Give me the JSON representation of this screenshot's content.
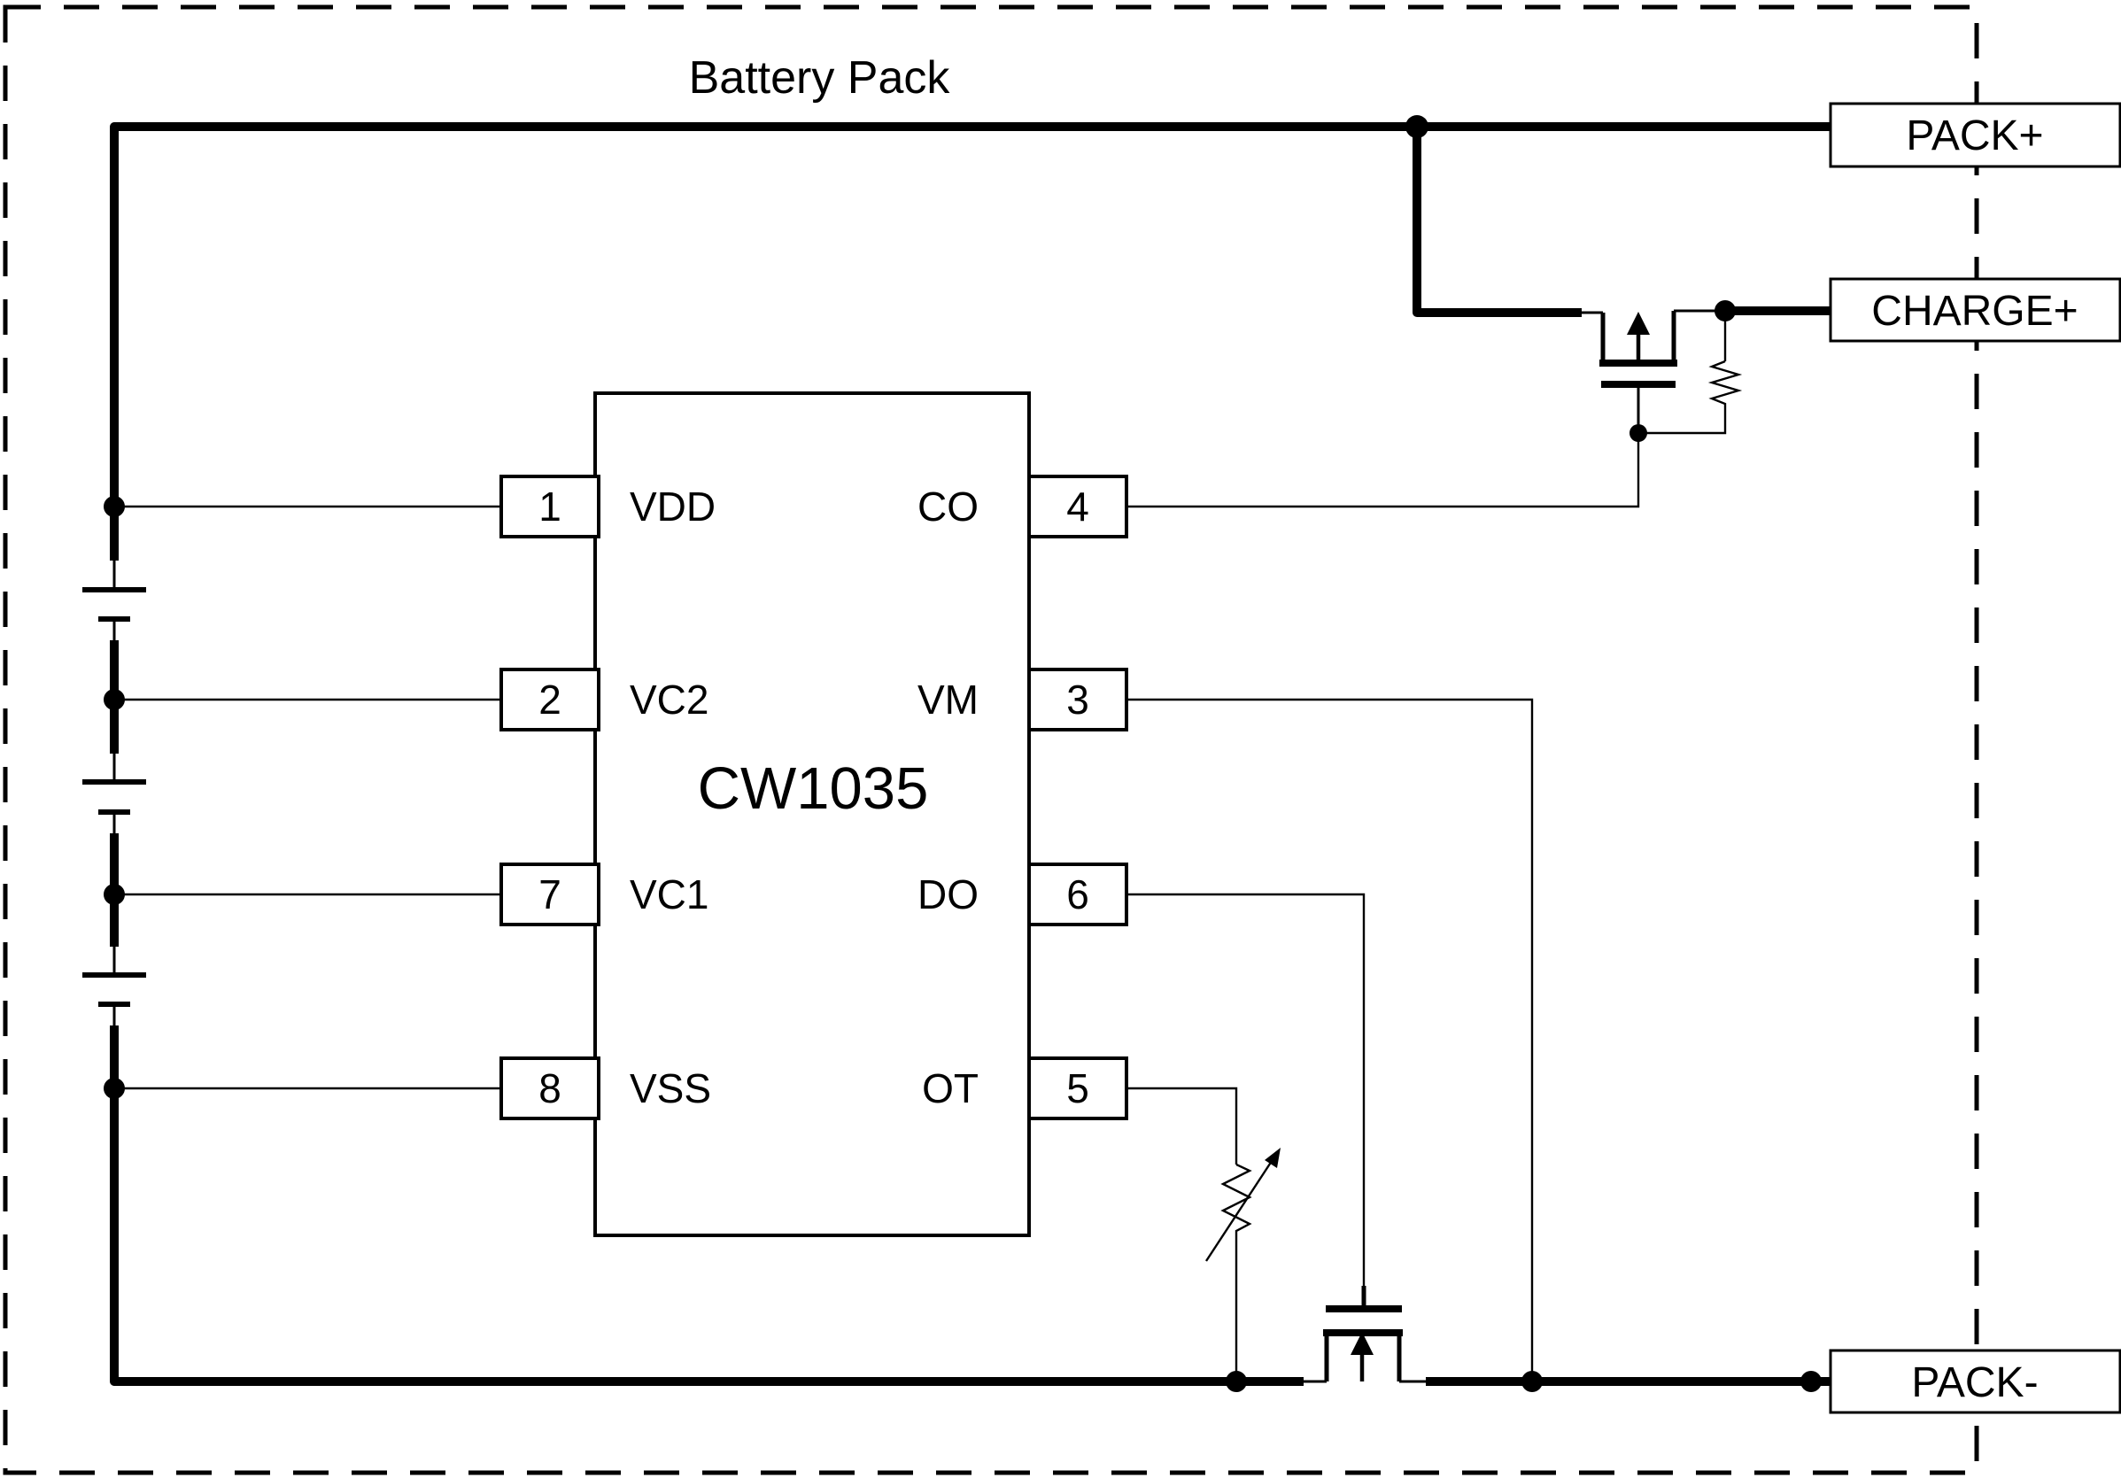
{
  "title": "Battery Pack",
  "ic": {
    "name": "CW1035",
    "left_pins": [
      {
        "num": "1",
        "label": "VDD"
      },
      {
        "num": "2",
        "label": "VC2"
      },
      {
        "num": "7",
        "label": "VC1"
      },
      {
        "num": "8",
        "label": "VSS"
      }
    ],
    "right_pins": [
      {
        "num": "4",
        "label": "CO"
      },
      {
        "num": "3",
        "label": "VM"
      },
      {
        "num": "6",
        "label": "DO"
      },
      {
        "num": "5",
        "label": "OT"
      }
    ]
  },
  "terminals": {
    "pack_plus": "PACK+",
    "charge_plus": "CHARGE+",
    "pack_minus": "PACK-"
  },
  "components": {
    "battery_cells": 3,
    "icons": [
      "battery-cell-icon",
      "charge-mosfet-icon",
      "discharge-mosfet-icon",
      "gate-resistor-icon",
      "thermistor-icon",
      "junction-dot"
    ]
  },
  "colors": {
    "line": "#000000",
    "background": "#ffffff"
  }
}
